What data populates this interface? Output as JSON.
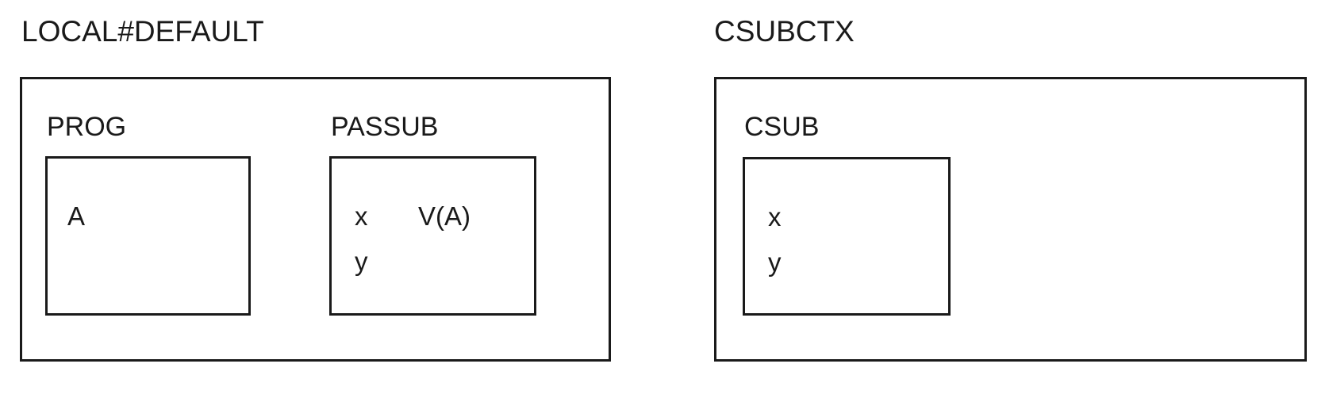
{
  "diagram": {
    "title_local": "LOCAL#DEFAULT",
    "title_csubctx": "CSUBCTX",
    "colors": {
      "border": "#1a1a1a",
      "text": "#1a1a1a",
      "background": "#ffffff"
    },
    "contexts": [
      {
        "name": "LOCAL#DEFAULT",
        "routines": [
          {
            "name": "PROG",
            "symbols": [
              {
                "name": "A",
                "value": ""
              }
            ]
          },
          {
            "name": "PASSUB",
            "symbols": [
              {
                "name": "x",
                "value": "V(A)"
              },
              {
                "name": "y",
                "value": ""
              }
            ]
          }
        ]
      },
      {
        "name": "CSUBCTX",
        "routines": [
          {
            "name": "CSUB",
            "symbols": [
              {
                "name": "x",
                "value": ""
              },
              {
                "name": "y",
                "value": ""
              }
            ]
          }
        ]
      }
    ]
  }
}
